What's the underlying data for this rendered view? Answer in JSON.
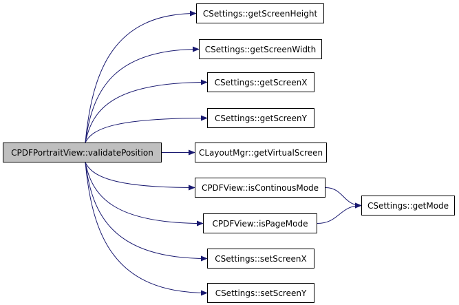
{
  "graph": {
    "edge_color": "#191970",
    "root_fill": "#bfbfbf",
    "nodes": {
      "root": "CPDFPortraitView::validatePosition",
      "getScreenHeight": "CSettings::getScreenHeight",
      "getScreenWidth": "CSettings::getScreenWidth",
      "getScreenX": "CSettings::getScreenX",
      "getScreenY": "CSettings::getScreenY",
      "getVirtualScreen": "CLayoutMgr::getVirtualScreen",
      "isContinousMode": "CPDFView::isContinousMode",
      "isPageMode": "CPDFView::isPageMode",
      "getMode": "CSettings::getMode",
      "setScreenX": "CSettings::setScreenX",
      "setScreenY": "CSettings::setScreenY"
    },
    "edges": [
      [
        "root",
        "getScreenHeight"
      ],
      [
        "root",
        "getScreenWidth"
      ],
      [
        "root",
        "getScreenX"
      ],
      [
        "root",
        "getScreenY"
      ],
      [
        "root",
        "getVirtualScreen"
      ],
      [
        "root",
        "isContinousMode"
      ],
      [
        "root",
        "isPageMode"
      ],
      [
        "root",
        "setScreenX"
      ],
      [
        "root",
        "setScreenY"
      ],
      [
        "isContinousMode",
        "getMode"
      ],
      [
        "isPageMode",
        "getMode"
      ]
    ]
  }
}
